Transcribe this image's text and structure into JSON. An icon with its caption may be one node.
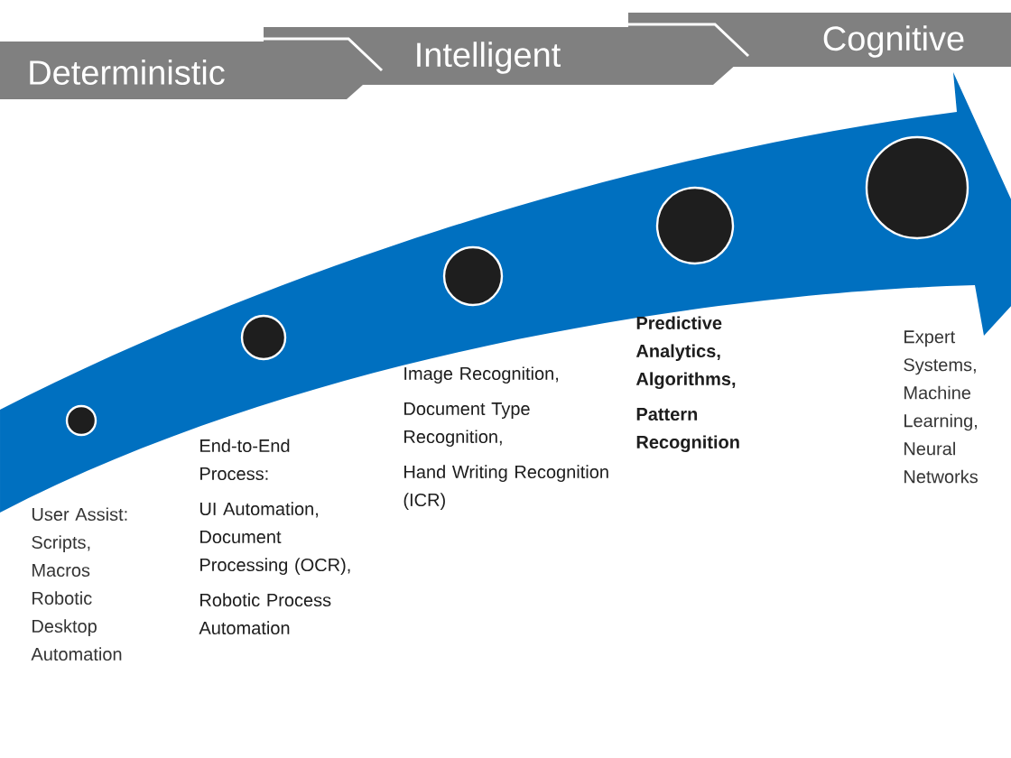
{
  "diagram": {
    "nodes": [
      {
        "text": [
          "Deterministic"
        ]
      },
      {
        "text": [
          "Intelligent"
        ]
      },
      {
        "text": [
          "Cognitive"
        ]
      },
      {
        "text": [],
        "shape": "circle"
      },
      {
        "text": [],
        "shape": "circle",
        "beside": [
          "End-to-End Process:",
          "UI Automation, Document Processing (OCR),",
          "Robotic Process Automation"
        ]
      },
      {
        "text": [],
        "shape": "circle",
        "beside": [
          "Image Recognition,",
          "Document Type Recognition,",
          "Hand Writing Recognition (ICR)"
        ]
      },
      {
        "text": [],
        "shape": "circle",
        "beside": [
          "Predictive Analytics, Algorithms,",
          "Pattern Recognition"
        ]
      },
      {
        "text": [],
        "shape": "circle"
      }
    ],
    "edges": [],
    "labels": [
      "User Assist: Scripts, Macros Robotic Desktop Automation",
      "Expert Systems, Machine Learning, Neural Networks"
    ]
  }
}
